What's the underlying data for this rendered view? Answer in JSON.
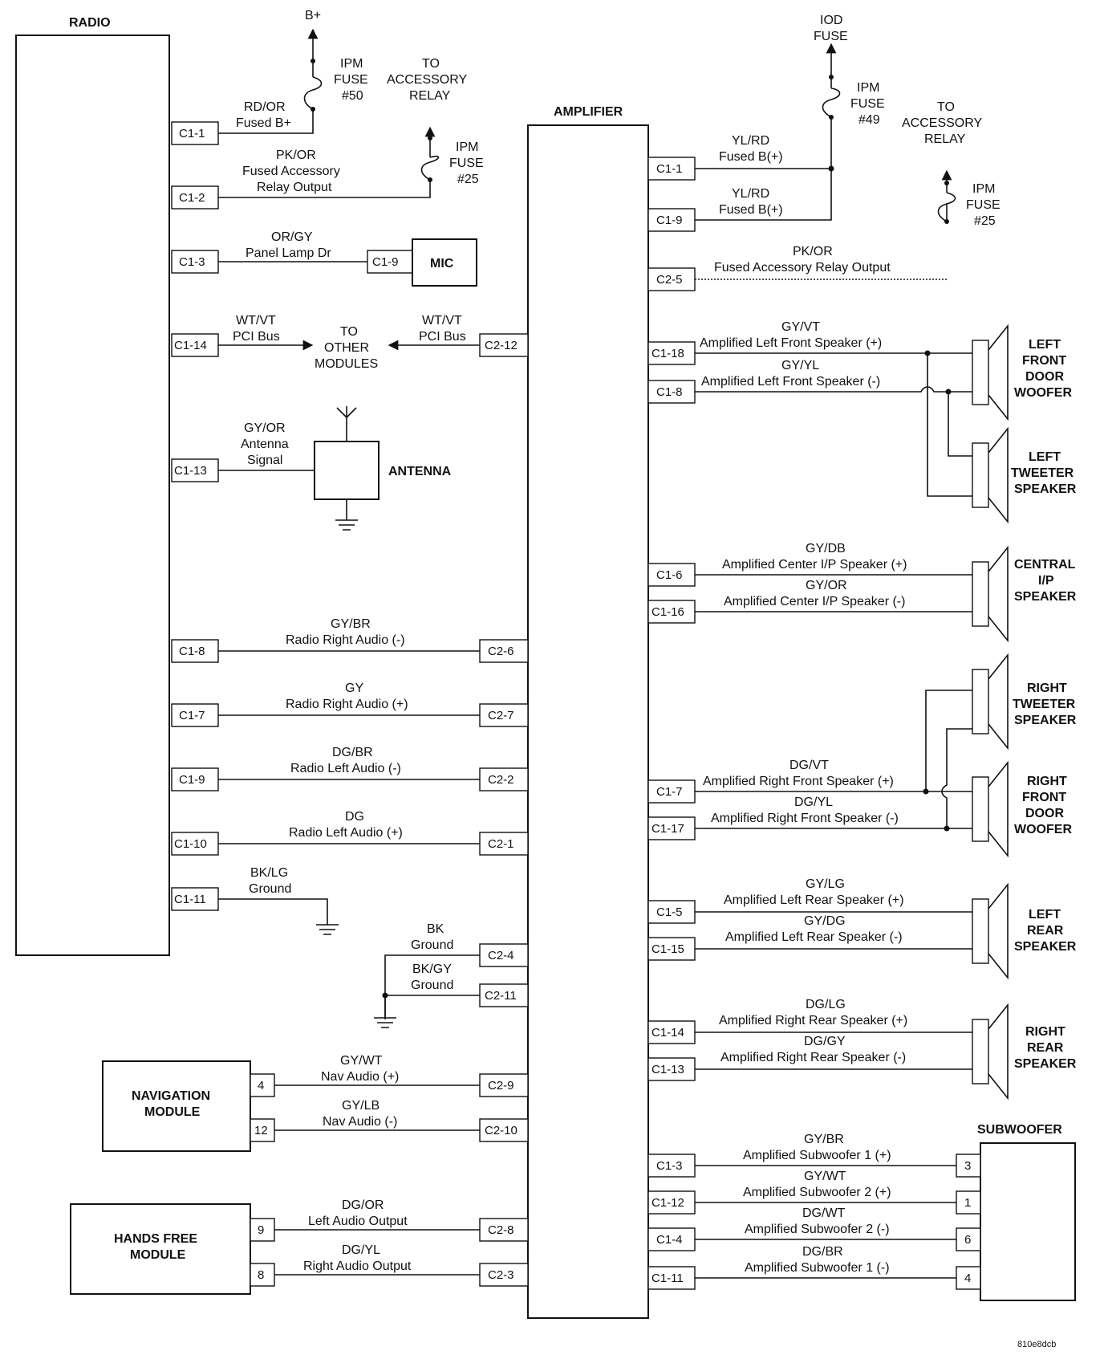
{
  "modules": {
    "radio": "RADIO",
    "amplifier": "AMPLIFIER",
    "mic": "MIC",
    "antenna": "ANTENNA",
    "navigation": [
      "NAVIGATION",
      "MODULE"
    ],
    "hands_free": [
      "HANDS FREE",
      "MODULE"
    ],
    "subwoofer": "SUBWOOFER"
  },
  "radio_pins": {
    "c1_1": "C1-1",
    "c1_2": "C1-2",
    "c1_3": "C1-3",
    "c1_14": "C1-14",
    "c1_13": "C1-13",
    "c1_8": "C1-8",
    "c1_7": "C1-7",
    "c1_9": "C1-9",
    "c1_10": "C1-10",
    "c1_11": "C1-11"
  },
  "mic_pin": "C1-9",
  "amp_left_pins": {
    "c2_12": "C2-12",
    "c2_6": "C2-6",
    "c2_7": "C2-7",
    "c2_2": "C2-2",
    "c2_1": "C2-1",
    "c2_4": "C2-4",
    "c2_11": "C2-11",
    "c2_9": "C2-9",
    "c2_10": "C2-10",
    "c2_8": "C2-8",
    "c2_3": "C2-3"
  },
  "amp_right_pins": {
    "c1_1": "C1-1",
    "c1_9": "C1-9",
    "c2_5": "C2-5",
    "c1_18": "C1-18",
    "c1_8": "C1-8",
    "c1_6": "C1-6",
    "c1_16": "C1-16",
    "c1_7": "C1-7",
    "c1_17": "C1-17",
    "c1_5": "C1-5",
    "c1_15": "C1-15",
    "c1_14": "C1-14",
    "c1_13": "C1-13",
    "c1_3": "C1-3",
    "c1_12": "C1-12",
    "c1_4": "C1-4",
    "c1_11": "C1-11"
  },
  "module_pins": {
    "nav_4": "4",
    "nav_12": "12",
    "hf_9": "9",
    "hf_8": "8"
  },
  "sub_pins": {
    "p3": "3",
    "p1": "1",
    "p6": "6",
    "p4": "4"
  },
  "fuses": {
    "b_plus": "B+",
    "ipm50": [
      "IPM",
      "FUSE",
      "#50"
    ],
    "to_acc_relay": [
      "TO",
      "ACCESSORY",
      "RELAY"
    ],
    "ipm25": [
      "IPM",
      "FUSE",
      "#25"
    ],
    "iod_fuse": [
      "IOD",
      "FUSE"
    ],
    "ipm49": [
      "IPM",
      "FUSE",
      "#49"
    ],
    "to_acc_relay_2": [
      "TO",
      "ACCESSORY",
      "RELAY"
    ],
    "ipm25_2": [
      "IPM",
      "FUSE",
      "#25"
    ]
  },
  "wires": {
    "radio_c1_1": [
      "RD/OR",
      "Fused B+"
    ],
    "radio_c1_2": [
      "PK/OR",
      "Fused Accessory",
      "Relay Output"
    ],
    "radio_c1_3": [
      "OR/GY",
      "Panel Lamp Dr"
    ],
    "radio_c1_14": [
      "WT/VT",
      "PCI Bus"
    ],
    "to_other_modules": [
      "TO",
      "OTHER",
      "MODULES"
    ],
    "amp_c2_12": [
      "WT/VT",
      "PCI Bus"
    ],
    "radio_c1_13": [
      "GY/OR",
      "Antenna",
      "Signal"
    ],
    "radio_c1_8": [
      "GY/BR",
      "Radio Right Audio (-)"
    ],
    "radio_c1_7": [
      "GY",
      "Radio Right Audio (+)"
    ],
    "radio_c1_9": [
      "DG/BR",
      "Radio Left Audio (-)"
    ],
    "radio_c1_10": [
      "DG",
      "Radio Left Audio (+)"
    ],
    "radio_c1_11": [
      "BK/LG",
      "Ground"
    ],
    "amp_c2_4": [
      "BK",
      "Ground"
    ],
    "amp_c2_11": [
      "BK/GY",
      "Ground"
    ],
    "nav_plus": [
      "GY/WT",
      "Nav Audio (+)"
    ],
    "nav_minus": [
      "GY/LB",
      "Nav Audio (-)"
    ],
    "hf_left": [
      "DG/OR",
      "Left Audio Output"
    ],
    "hf_right": [
      "DG/YL",
      "Right Audio Output"
    ],
    "amp_c1_1": [
      "YL/RD",
      "Fused B(+)"
    ],
    "amp_c1_9": [
      "YL/RD",
      "Fused B(+)"
    ],
    "amp_c2_5": [
      "PK/OR",
      "Fused Accessory Relay Output"
    ],
    "amp_c1_18": [
      "GY/VT",
      "Amplified Left Front Speaker (+)"
    ],
    "amp_c1_8": [
      "GY/YL",
      "Amplified Left Front Speaker (-)"
    ],
    "amp_c1_6": [
      "GY/DB",
      "Amplified Center I/P Speaker (+)"
    ],
    "amp_c1_16": [
      "GY/OR",
      "Amplified Center I/P Speaker (-)"
    ],
    "amp_c1_7": [
      "DG/VT",
      "Amplified Right Front Speaker (+)"
    ],
    "amp_c1_17": [
      "DG/YL",
      "Amplified Right Front Speaker (-)"
    ],
    "amp_c1_5": [
      "GY/LG",
      "Amplified Left Rear Speaker (+)"
    ],
    "amp_c1_15": [
      "GY/DG",
      "Amplified Left Rear Speaker (-)"
    ],
    "amp_c1_14": [
      "DG/LG",
      "Amplified Right Rear Speaker (+)"
    ],
    "amp_c1_13": [
      "DG/GY",
      "Amplified Right Rear Speaker (-)"
    ],
    "amp_c1_3": [
      "GY/BR",
      "Amplified Subwoofer 1 (+)"
    ],
    "amp_c1_12": [
      "GY/WT",
      "Amplified Subwoofer 2 (+)"
    ],
    "amp_c1_4": [
      "DG/WT",
      "Amplified Subwoofer 2 (-)"
    ],
    "amp_c1_11": [
      "DG/BR",
      "Amplified Subwoofer 1 (-)"
    ]
  },
  "speakers": {
    "left_front_woofer": [
      "LEFT",
      "FRONT",
      "DOOR",
      "WOOFER"
    ],
    "left_tweeter": [
      "LEFT",
      "TWEETER",
      "SPEAKER"
    ],
    "central_ip": [
      "CENTRAL",
      "I/P",
      "SPEAKER"
    ],
    "right_tweeter": [
      "RIGHT",
      "TWEETER",
      "SPEAKER"
    ],
    "right_front_woofer": [
      "RIGHT",
      "FRONT",
      "DOOR",
      "WOOFER"
    ],
    "left_rear": [
      "LEFT",
      "REAR",
      "SPEAKER"
    ],
    "right_rear": [
      "RIGHT",
      "REAR",
      "SPEAKER"
    ]
  },
  "figure_code": "810e8dcb"
}
